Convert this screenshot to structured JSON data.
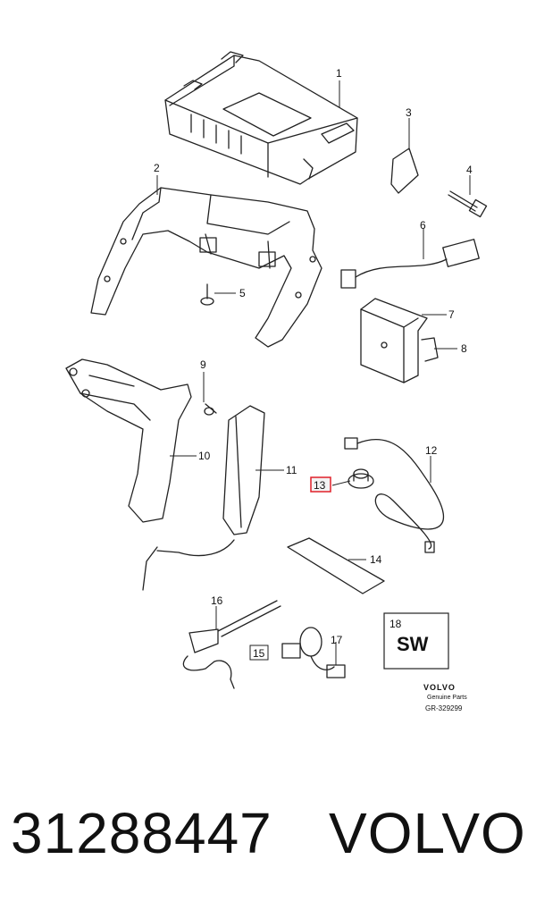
{
  "callouts": [
    {
      "id": "1",
      "label": "1"
    },
    {
      "id": "2",
      "label": "2"
    },
    {
      "id": "3",
      "label": "3"
    },
    {
      "id": "4",
      "label": "4"
    },
    {
      "id": "5",
      "label": "5"
    },
    {
      "id": "6",
      "label": "6"
    },
    {
      "id": "7",
      "label": "7"
    },
    {
      "id": "8",
      "label": "8"
    },
    {
      "id": "9",
      "label": "9"
    },
    {
      "id": "10",
      "label": "10"
    },
    {
      "id": "11",
      "label": "11"
    },
    {
      "id": "12",
      "label": "12"
    },
    {
      "id": "13",
      "label": "13",
      "highlighted": true
    },
    {
      "id": "14",
      "label": "14"
    },
    {
      "id": "15",
      "label": "15",
      "boxed": true
    },
    {
      "id": "16",
      "label": "16"
    },
    {
      "id": "17",
      "label": "17"
    },
    {
      "id": "18",
      "label": "18"
    }
  ],
  "sw_box": {
    "number": "18",
    "text": "SW"
  },
  "brand_block": {
    "logo": "VOLVO",
    "subtitle": "Genuine Parts",
    "ref": "GR-329299"
  },
  "footer": {
    "part_number": "31288447",
    "brand": "VOLVO"
  },
  "colors": {
    "line": "#222222",
    "highlight": "#e0202a",
    "highlight_fill": "#f3f3f3"
  }
}
